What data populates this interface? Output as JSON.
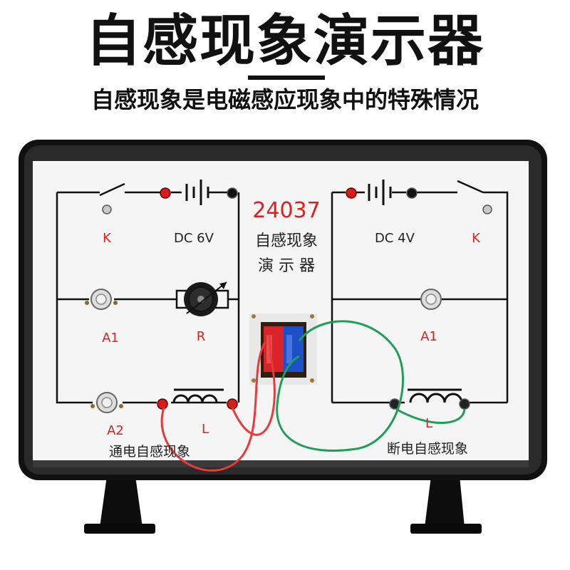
{
  "header": {
    "title": "自感现象演示器",
    "subtitle": "自感现象是电磁感应现象中的特殊情况"
  },
  "board": {
    "model_number": "24037",
    "name_line1": "自感现象",
    "name_line2": "演 示 器",
    "left_circuit": {
      "switch_label": "K",
      "battery_label": "DC  6V",
      "lamp1_label": "A1",
      "rheostat_label": "R",
      "lamp2_label": "A2",
      "coil_label": "L",
      "caption": "通电自感现象"
    },
    "right_circuit": {
      "switch_label": "K",
      "battery_label": "DC  4V",
      "lamp_label": "A1",
      "coil_label": "L",
      "caption": "断电自感现象"
    }
  },
  "colors": {
    "frame": "#111111",
    "panel": "#f4f4f4",
    "label_red": "#e02020",
    "wire_red": "#e83a3a",
    "wire_green": "#1f9e5a",
    "core_red": "#d8232a",
    "core_blue": "#1d4fc8"
  }
}
